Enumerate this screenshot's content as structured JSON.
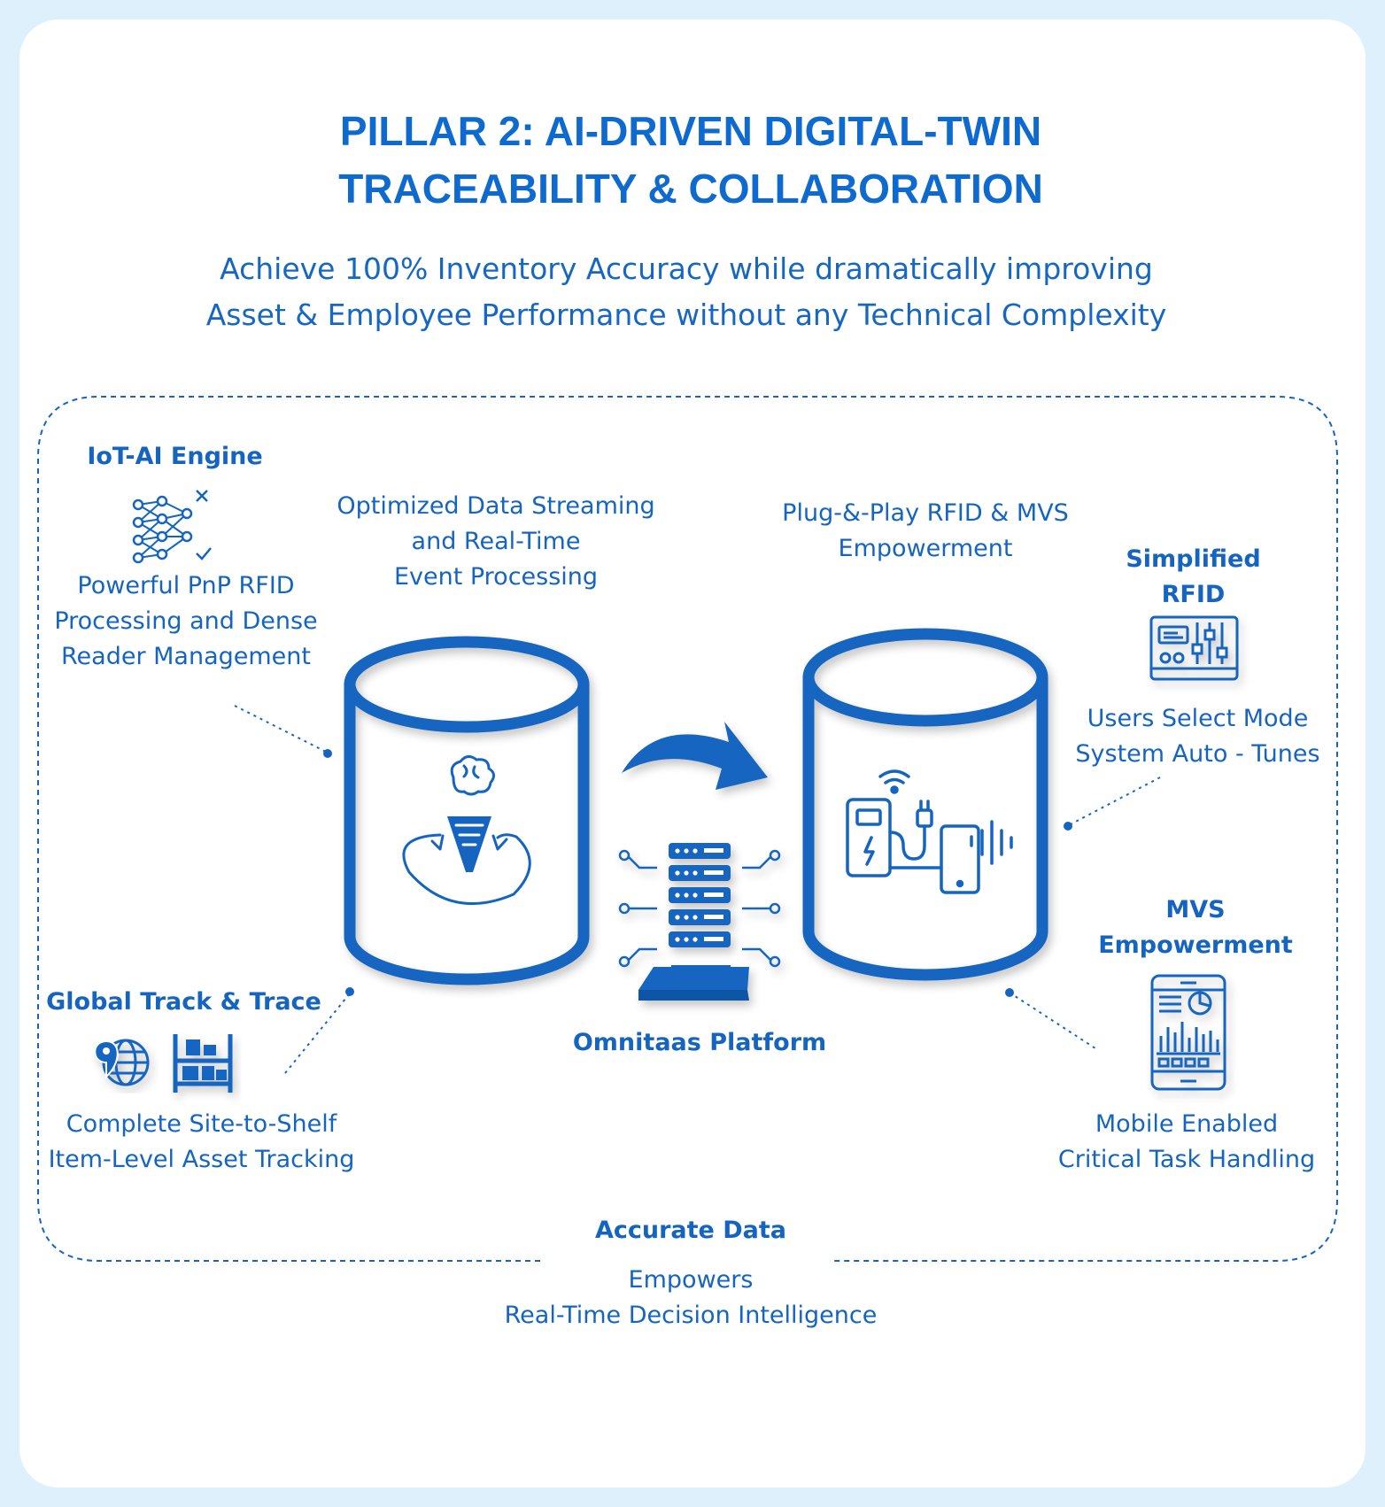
{
  "colors": {
    "primary": "#1565c0",
    "accent": "#0f6ad0",
    "frame": "#ddf0fb"
  },
  "title": {
    "line1": "PILLAR 2: AI-DRIVEN DIGITAL-TWIN",
    "line2": "TRACEABILITY & COLLABORATION"
  },
  "subtitle": {
    "line1": "Achieve 100% Inventory Accuracy while dramatically improving",
    "line2": "Asset & Employee Performance without any Technical Complexity"
  },
  "iot_engine": {
    "heading": "IoT-AI Engine",
    "icon": "neural-network-icon",
    "desc": [
      "Powerful PnP RFID",
      "Processing and Dense",
      "Reader Management"
    ]
  },
  "streaming": {
    "lines": [
      "Optimized Data Streaming",
      "and Real-Time",
      "Event Processing"
    ],
    "icon": "brain-funnel-icon"
  },
  "plug_play": {
    "lines": [
      "Plug-&-Play RFID & MVS",
      "Empowerment"
    ],
    "icon": "charging-station-wifi-icon"
  },
  "simplified_rfid": {
    "heading": [
      "Simplified",
      "RFID"
    ],
    "icon": "control-panel-sliders-icon",
    "desc": [
      "Users Select Mode",
      "System Auto - Tunes"
    ]
  },
  "global_track": {
    "heading": "Global Track & Trace",
    "icons": [
      "globe-location-icon",
      "warehouse-shelf-icon"
    ],
    "desc": [
      "Complete Site-to-Shelf",
      "Item-Level Asset Tracking"
    ]
  },
  "platform": {
    "label": "Omnitaas Platform",
    "icon": "server-rack-icon"
  },
  "mvs": {
    "heading": [
      "MVS",
      "Empowerment"
    ],
    "icon": "mobile-dashboard-icon",
    "desc": [
      "Mobile Enabled",
      "Critical Task Handling"
    ]
  },
  "bottom": {
    "heading": "Accurate Data",
    "lines": [
      "Empowers",
      "Real-Time Decision Intelligence"
    ]
  }
}
